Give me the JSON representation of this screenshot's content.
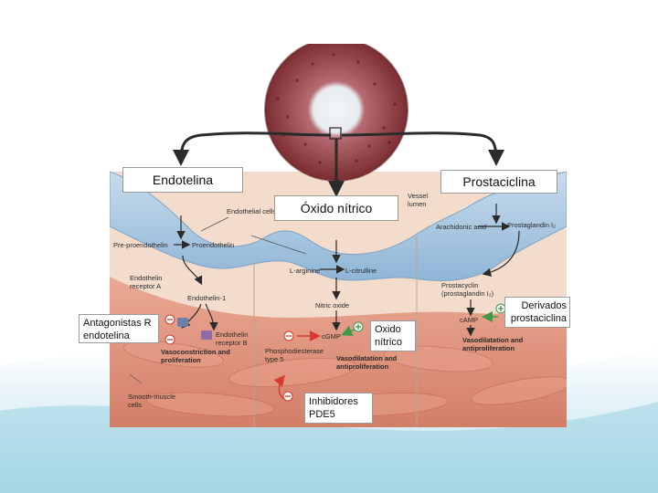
{
  "labels": {
    "endotelina": "Endotelina",
    "oxido_nitrico": "Óxido nítrico",
    "prostaciclina": "Prostaciclina",
    "antagonistas": "Antagonistas R endotelina",
    "derivados": "Derivados prostaciclina",
    "oxido_nitrico_right": "Oxido nítrico",
    "inhibidores": "Inhibidores PDE5"
  },
  "figure": {
    "endothelial_cells": "Endothelial cells",
    "vessel_lumen": "Vessel lumen",
    "pre_proendothelin": "Pre-proendothelin",
    "proendothelin": "Proendothelin",
    "endothelin_1": "Endothelin-1",
    "receptor_a": "Endothelin receptor A",
    "receptor_b": "Endothelin receptor B",
    "vasoconstriction": "Vasoconstriction and proliferation",
    "smooth_muscle": "Smooth-muscle cells",
    "l_arginine": "L-arginine",
    "l_citrulline": "L-citrulline",
    "nitric_oxide": "Nitric oxide",
    "cgmp": "cGMP",
    "pde5": "Phosphodiesterase type 5",
    "vasodilatation_mid": "Vasodilatation and antiproliferation",
    "arachidonic": "Arachidonic acid",
    "prostaglandin_i2": "Prostaglandin I₂",
    "prostacyclin": "Prostacyclin (prostaglandin I₂)",
    "camp": "cAMP",
    "vasodilatation_right": "Vasodilatation and antiproliferation"
  },
  "colors": {
    "endothelium": "#9fc0dd",
    "smooth_muscle": "#d7826a",
    "tissue_bg": "#f3dccb",
    "vessel_wall": "#8a3a3a",
    "arrow_dark": "#2b2b2b",
    "inhibit_red": "#d93a2f",
    "stimulate_green": "#3f9a4a",
    "page_wave": "#bfe1ec"
  }
}
